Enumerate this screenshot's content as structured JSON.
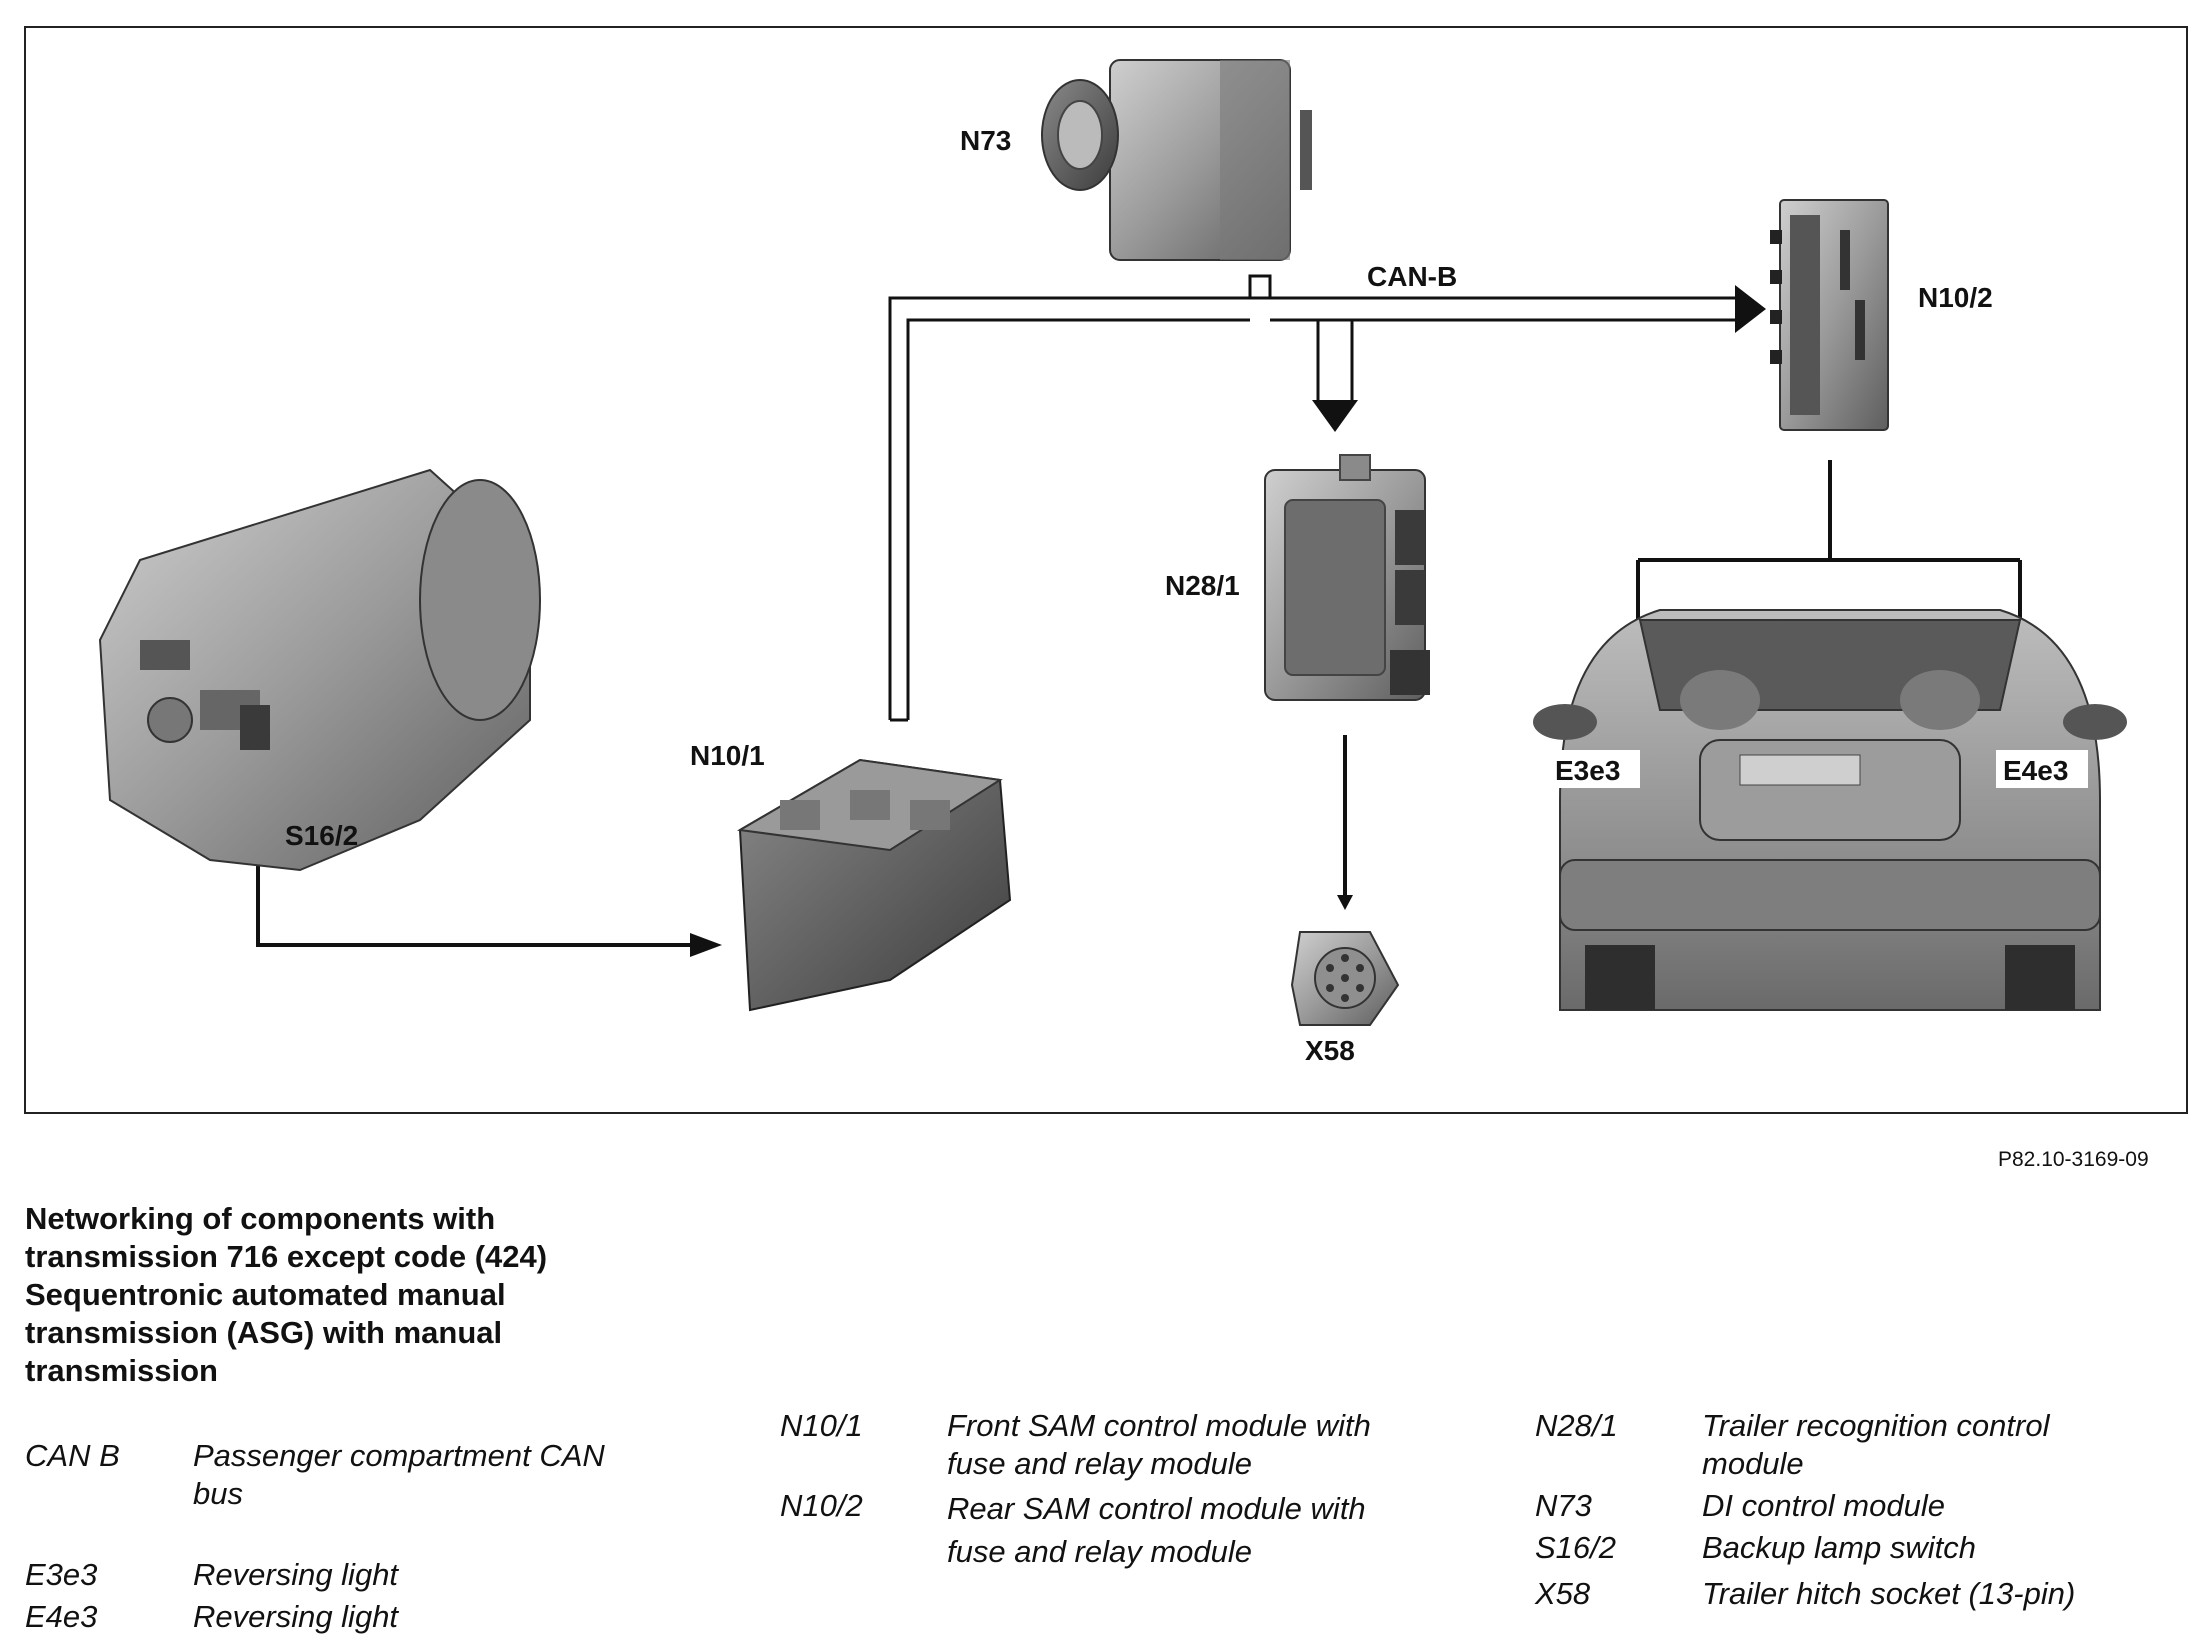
{
  "diagram": {
    "labels": {
      "n73": "N73",
      "can_b": "CAN-B",
      "n10_2": "N10/2",
      "n28_1": "N28/1",
      "n10_1": "N10/1",
      "s16_2": "S16/2",
      "x58": "X58",
      "e3e3": "E3e3",
      "e4e3": "E4e3"
    }
  },
  "reference": "P82.10-3169-09",
  "title": "Networking of components with transmission 716 except code (424) Sequentronic automated manual transmission (ASG) with manual transmission",
  "legend": [
    {
      "code": "CAN B",
      "desc": "Passenger compartment CAN bus"
    },
    {
      "code": "E3e3",
      "desc": "Reversing light"
    },
    {
      "code": "E4e3",
      "desc": "Reversing light"
    },
    {
      "code": "N10/1",
      "desc": "Front SAM control module with fuse and relay module"
    },
    {
      "code": "N10/2",
      "desc": "Rear SAM control module with fuse and relay module"
    },
    {
      "code": "N28/1",
      "desc": "Trailer recognition control module"
    },
    {
      "code": "N73",
      "desc": "DI control module"
    },
    {
      "code": "S16/2",
      "desc": "Backup lamp switch"
    },
    {
      "code": "X58",
      "desc": "Trailer hitch socket (13-pin)"
    }
  ]
}
